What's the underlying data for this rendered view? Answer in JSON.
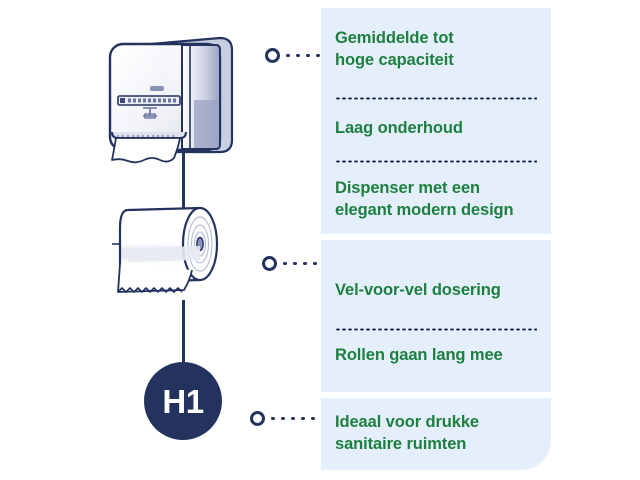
{
  "product": {
    "code_badge": "H1",
    "dispenser_alt": "tork-paper-towel-dispenser",
    "roll_alt": "paper-towel-roll"
  },
  "colors": {
    "panel_background": "#e4effb",
    "feature_text_green": "#1e8040",
    "navy": "#24325e",
    "page_background": "#ffffff",
    "badge_text": "#ffffff"
  },
  "panels": [
    {
      "id": "panel-capacity",
      "features": [
        "Gemiddelde tot\nhoge capaciteit",
        "Laag onderhoud",
        "Dispenser met een\nelegant modern design"
      ]
    },
    {
      "id": "panel-dosing",
      "features": [
        "Vel-voor-vel dosering",
        "Rollen gaan lang mee"
      ]
    },
    {
      "id": "panel-usage",
      "features": [
        "Ideaal voor drukke\nsanitaire ruimten"
      ]
    }
  ],
  "connectors": [
    {
      "id": "connector-top",
      "dot_count": 4
    },
    {
      "id": "connector-middle",
      "dot_count": 5
    },
    {
      "id": "connector-bottom",
      "dot_count": 6
    }
  ]
}
